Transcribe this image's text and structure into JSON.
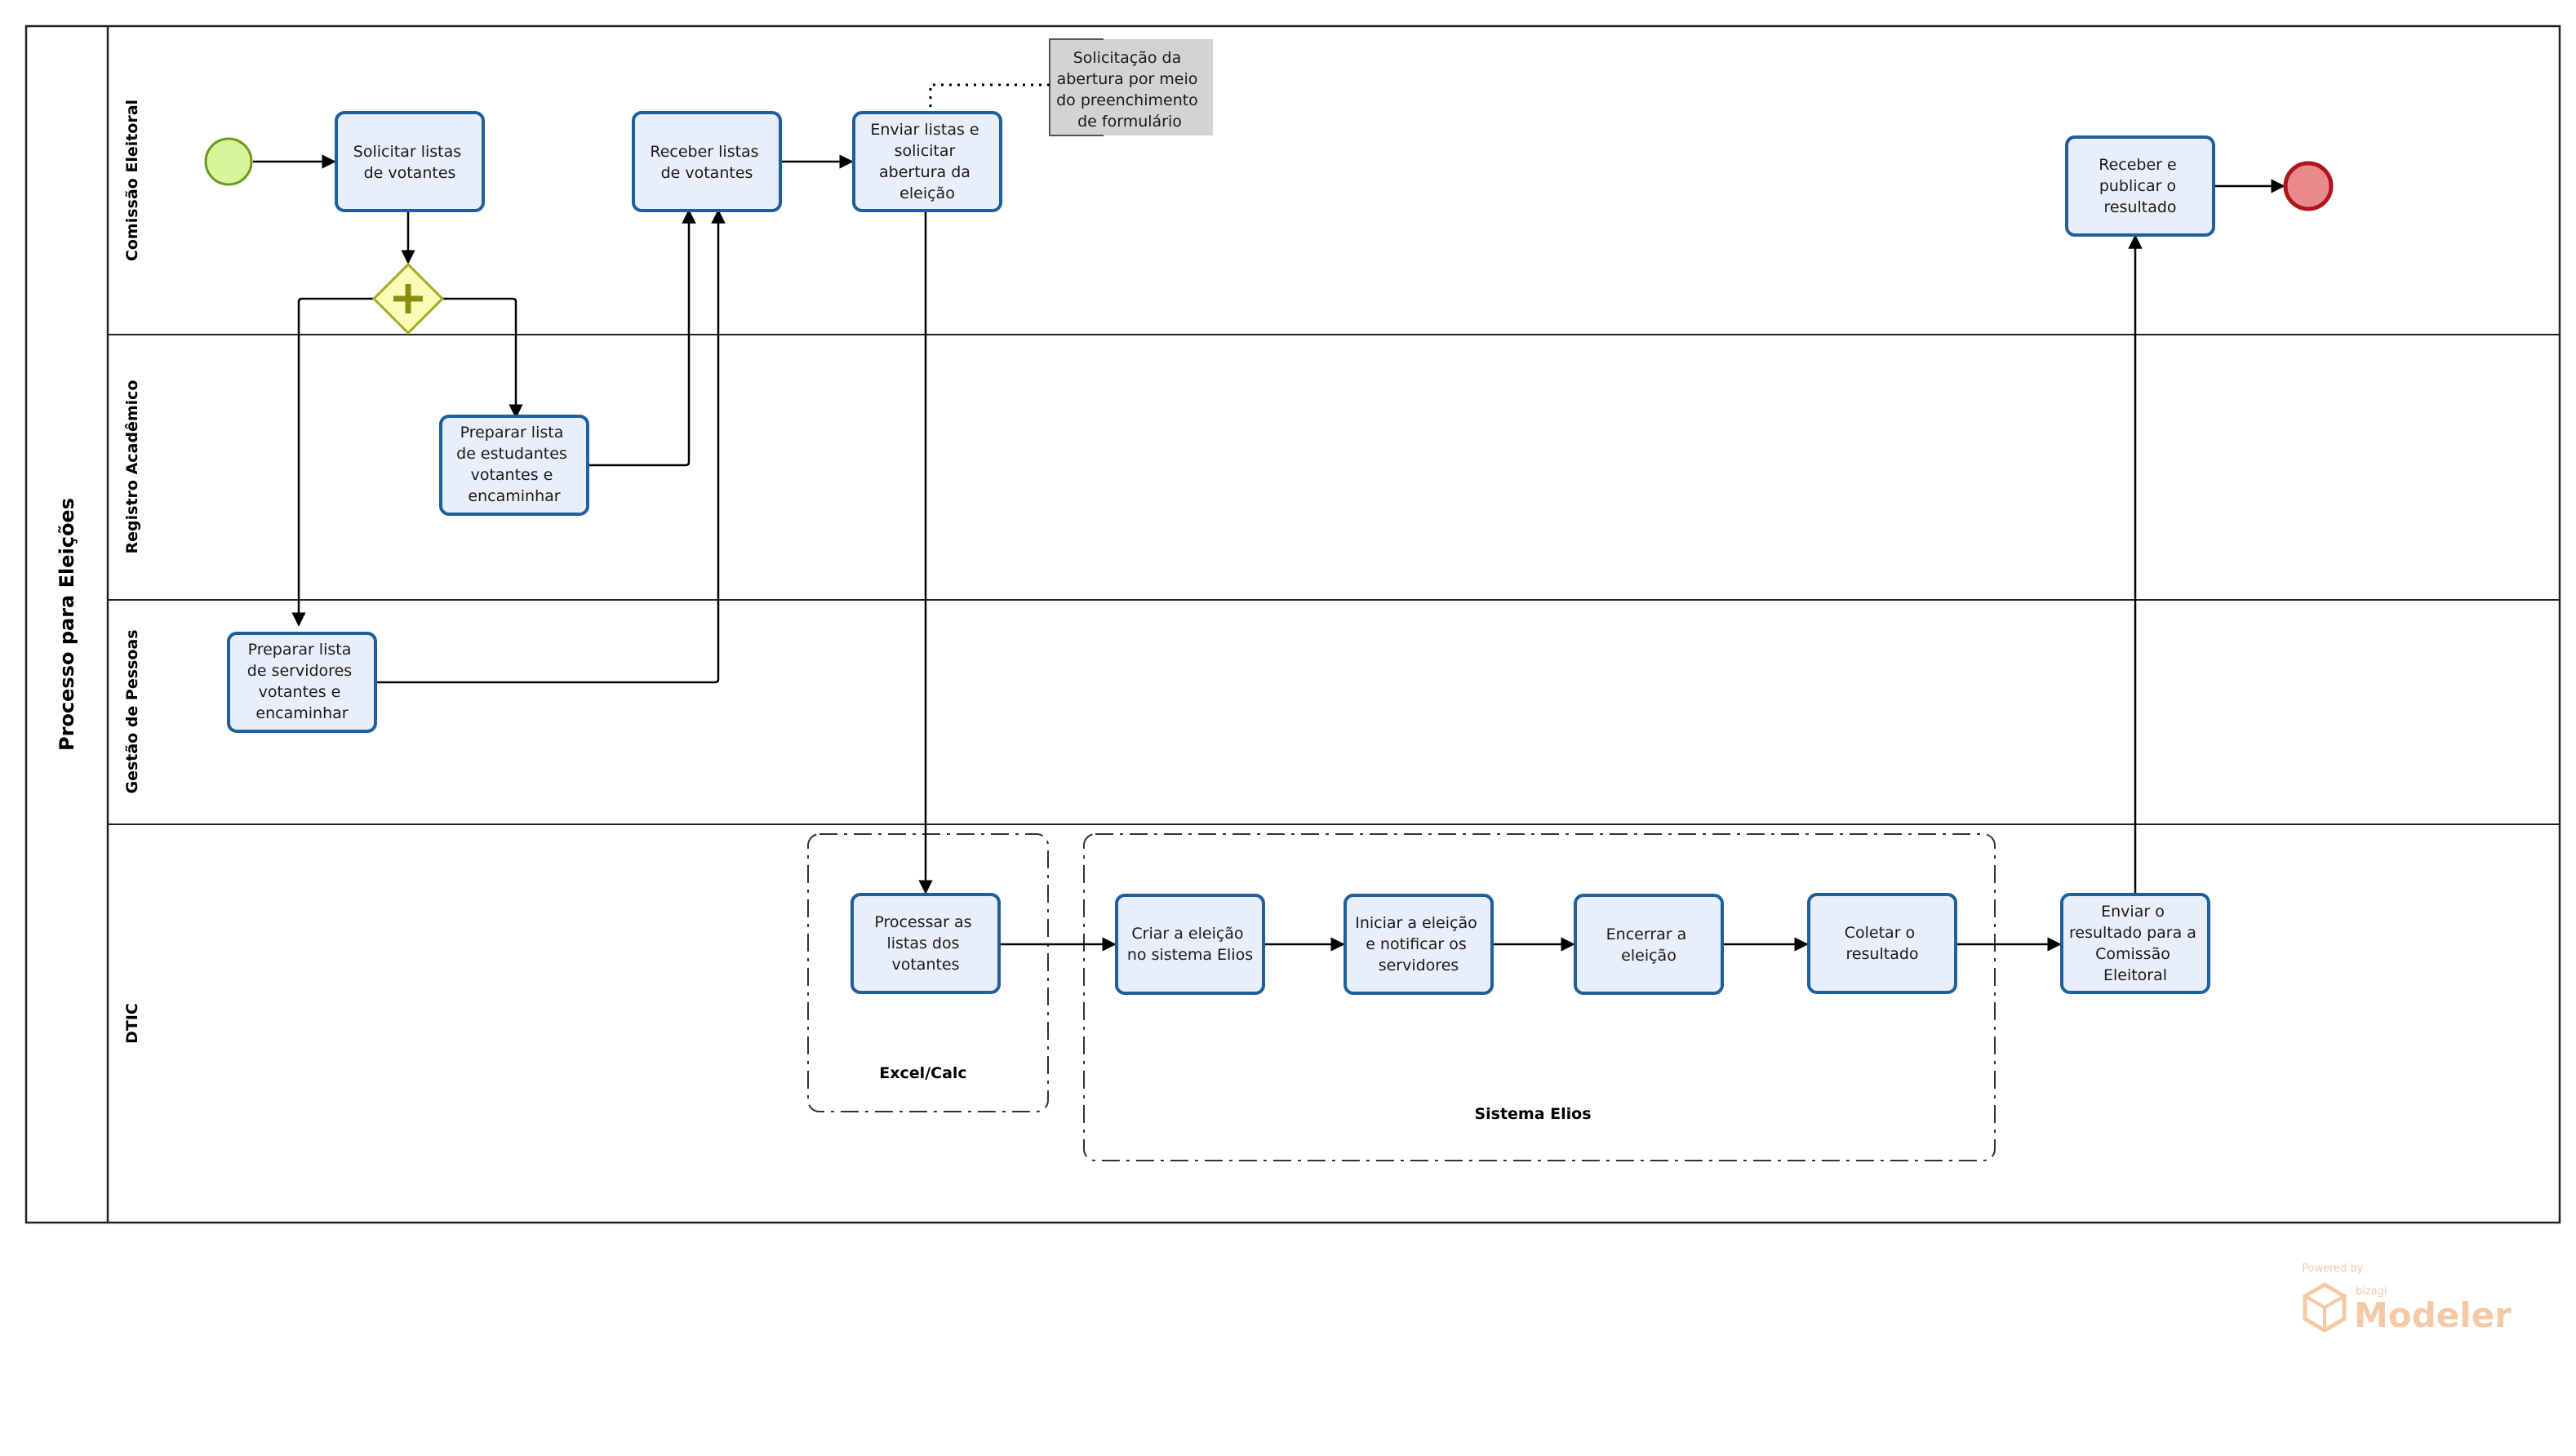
{
  "pool": {
    "title": "Processo para Eleições"
  },
  "lanes": [
    {
      "id": "comissao",
      "label": "Comissão Eleitoral"
    },
    {
      "id": "registro",
      "label": "Registro Acadêmico"
    },
    {
      "id": "gestao",
      "label": "Gestão de Pessoas"
    },
    {
      "id": "dtic",
      "label": "DTIC"
    }
  ],
  "tasks": {
    "solicitar": [
      "Solicitar listas",
      "de votantes"
    ],
    "receber_listas": [
      "Receber listas",
      "de votantes"
    ],
    "enviar_listas": [
      "Enviar listas e",
      "solicitar",
      "abertura da",
      "eleição"
    ],
    "receber_publicar": [
      "Receber e",
      "publicar o",
      "resultado"
    ],
    "preparar_estudantes": [
      "Preparar lista",
      "de estudantes",
      "votantes e",
      "encaminhar"
    ],
    "preparar_servidores": [
      "Preparar lista",
      "de servidores",
      "votantes e",
      "encaminhar"
    ],
    "processar": [
      "Processar as",
      "listas dos",
      "votantes"
    ],
    "criar": [
      "Criar a eleição",
      "no sistema Elios"
    ],
    "iniciar": [
      "Iniciar a eleição",
      "e notificar os",
      "servidores"
    ],
    "encerrar": [
      "Encerrar a",
      "eleição"
    ],
    "coletar": [
      "Coletar o",
      "resultado"
    ],
    "enviar_resultado": [
      "Enviar o",
      "resultado para a",
      "Comissão",
      "Eleitoral"
    ]
  },
  "annotation": [
    "Solicitação da",
    "abertura por meio",
    "do preenchimento",
    "de formulário"
  ],
  "groups": {
    "excel": "Excel/Calc",
    "elios": "Sistema Elios"
  },
  "watermark": {
    "powered_by": "Powered by",
    "brand": "bizagi",
    "product": "Modeler"
  },
  "colors": {
    "task_fill": "#e8eefa",
    "task_stroke": "#1f5f9a",
    "start_fill": "#d8f59a",
    "start_stroke": "#6a9a1a",
    "end_fill": "#e8898e",
    "end_stroke": "#b0141c",
    "gateway_fill": "#fbfbb8",
    "gateway_stroke": "#a8a820",
    "gateway_plus": "#8c8c10",
    "annotation_fill": "#d3d3d3"
  }
}
